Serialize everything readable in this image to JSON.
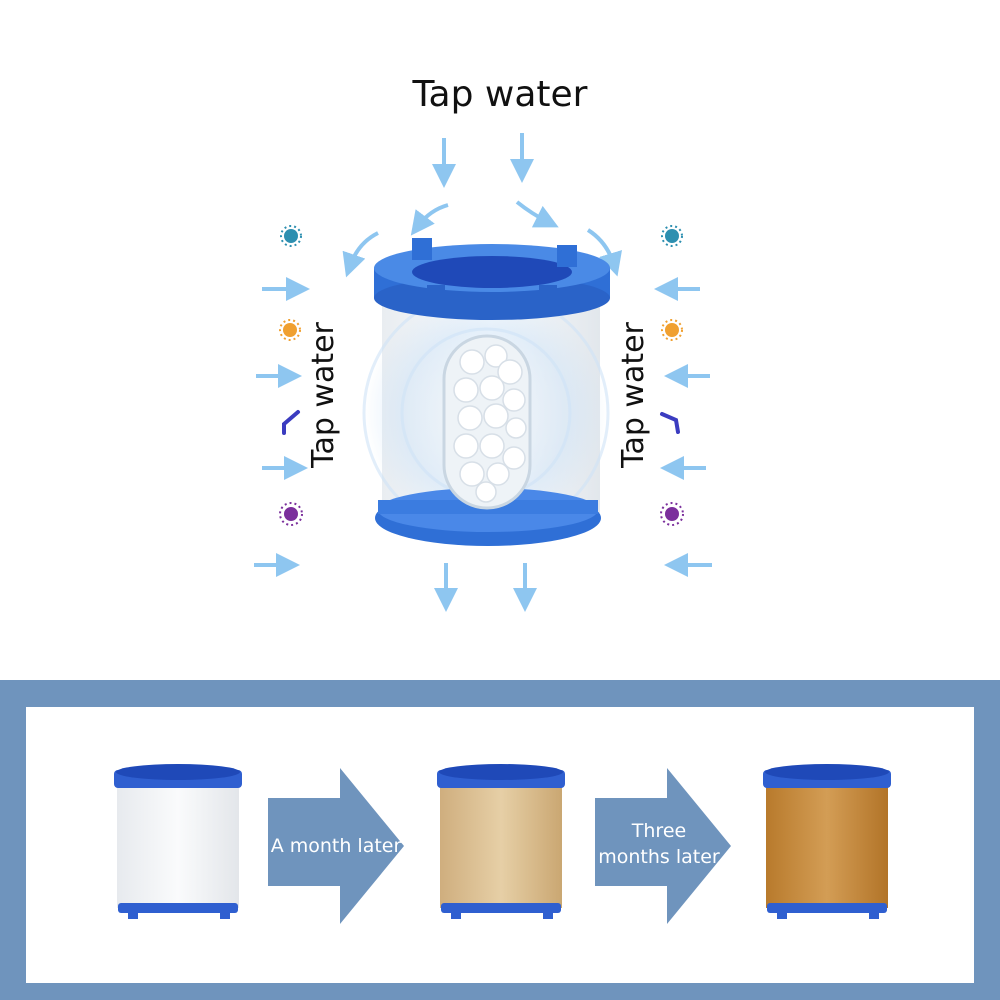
{
  "diagram": {
    "top_label": "Tap water",
    "left_label": "Tap water",
    "right_label": "Tap water"
  },
  "stages": {
    "arrow_1_label": "A month later",
    "arrow_2_label": "Three months later"
  },
  "colors": {
    "flow_arrow": "#8ec6f0",
    "filter_blue": "#2f6fd6",
    "filter_dark_blue": "#1f49b8",
    "panel_blue": "#6f94bd",
    "stage_arrow": "#6f94bd",
    "clean_filter": "#f6f7f8",
    "used_filter": "#d9b98c",
    "dirty_filter": "#c98d3a"
  }
}
